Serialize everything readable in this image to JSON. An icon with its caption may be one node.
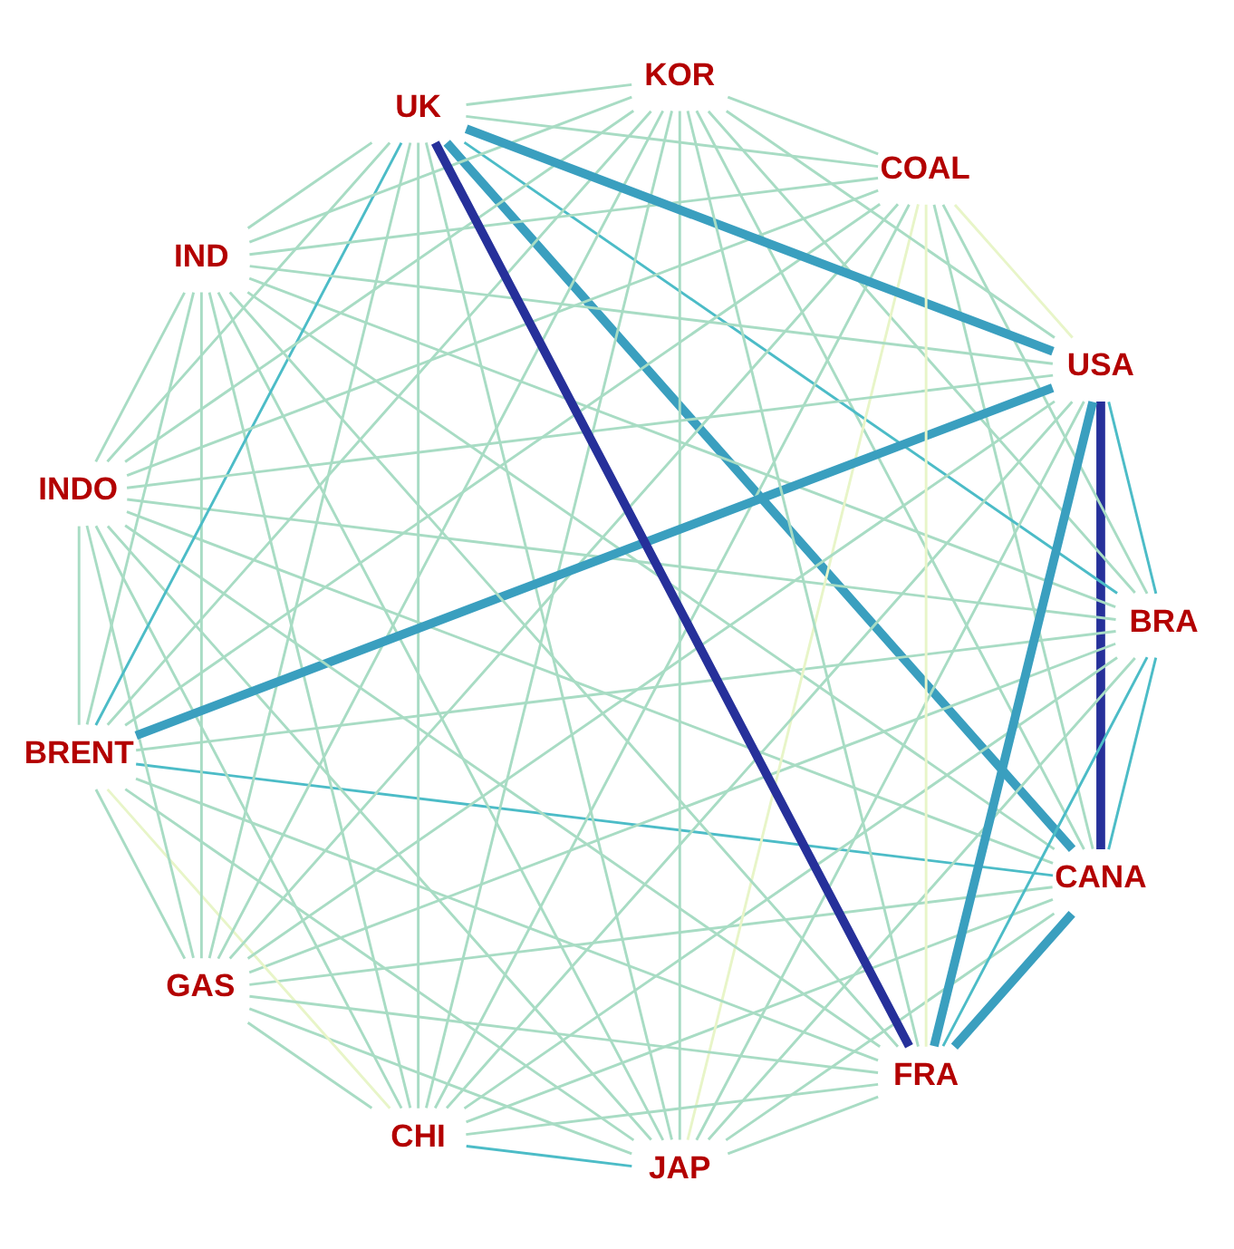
{
  "diagram": {
    "nodes": [
      {
        "text": [
          "CANA"
        ]
      },
      {
        "text": [
          "BRA"
        ]
      },
      {
        "text": [
          "JAP"
        ]
      },
      {
        "text": [
          "CHI"
        ]
      },
      {
        "text": [
          "GAS"
        ]
      },
      {
        "text": [
          "BRENT"
        ]
      },
      {
        "text": [
          "INDO"
        ]
      },
      {
        "text": [
          "IND"
        ]
      },
      {
        "text": [
          "UK"
        ]
      },
      {
        "text": [
          "KOR"
        ]
      },
      {
        "text": [
          "COAL"
        ]
      },
      {
        "text": [
          "USA"
        ]
      },
      {
        "text": [
          "FRA"
        ]
      }
    ],
    "edges": [
      {
        "from": 0,
        "to": 1,
        "arrow": "none",
        "color": "#4cbcc7"
      },
      {
        "from": 0,
        "to": 2,
        "arrow": "none"
      },
      {
        "from": 0,
        "to": 3,
        "arrow": "none"
      },
      {
        "from": 0,
        "to": 4,
        "arrow": "none"
      },
      {
        "from": 0,
        "to": 5,
        "arrow": "none",
        "color": "#4cbcc7"
      },
      {
        "from": 0,
        "to": 6,
        "arrow": "none"
      },
      {
        "from": 0,
        "to": 7,
        "arrow": "none"
      },
      {
        "from": 0,
        "to": 8,
        "arrow": "none",
        "style": "thick",
        "color": "#3a9fbf"
      },
      {
        "from": 0,
        "to": 9,
        "arrow": "none"
      },
      {
        "from": 0,
        "to": 10,
        "arrow": "none"
      },
      {
        "from": 0,
        "to": 11,
        "arrow": "none",
        "style": "thick",
        "color": "#26309a"
      },
      {
        "from": 0,
        "to": 12,
        "arrow": "none",
        "style": "thick",
        "color": "#3a9fbf"
      },
      {
        "from": 1,
        "to": 2,
        "arrow": "none"
      },
      {
        "from": 1,
        "to": 3,
        "arrow": "none"
      },
      {
        "from": 1,
        "to": 4,
        "arrow": "none"
      },
      {
        "from": 1,
        "to": 5,
        "arrow": "none"
      },
      {
        "from": 1,
        "to": 6,
        "arrow": "none"
      },
      {
        "from": 1,
        "to": 7,
        "arrow": "none"
      },
      {
        "from": 1,
        "to": 8,
        "arrow": "none",
        "color": "#4cbcc7"
      },
      {
        "from": 1,
        "to": 9,
        "arrow": "none"
      },
      {
        "from": 1,
        "to": 10,
        "arrow": "none"
      },
      {
        "from": 1,
        "to": 11,
        "arrow": "none",
        "color": "#4cbcc7"
      },
      {
        "from": 1,
        "to": 12,
        "arrow": "none",
        "color": "#4cbcc7"
      },
      {
        "from": 2,
        "to": 3,
        "arrow": "none",
        "color": "#4cbcc7"
      },
      {
        "from": 2,
        "to": 4,
        "arrow": "none"
      },
      {
        "from": 2,
        "to": 5,
        "arrow": "none"
      },
      {
        "from": 2,
        "to": 6,
        "arrow": "none"
      },
      {
        "from": 2,
        "to": 7,
        "arrow": "none"
      },
      {
        "from": 2,
        "to": 8,
        "arrow": "none"
      },
      {
        "from": 2,
        "to": 9,
        "arrow": "none"
      },
      {
        "from": 2,
        "to": 10,
        "arrow": "none",
        "color": "#e8f5c8"
      },
      {
        "from": 2,
        "to": 11,
        "arrow": "none"
      },
      {
        "from": 2,
        "to": 12,
        "arrow": "none"
      },
      {
        "from": 3,
        "to": 4,
        "arrow": "none"
      },
      {
        "from": 3,
        "to": 5,
        "arrow": "none",
        "color": "#e8f5c8"
      },
      {
        "from": 3,
        "to": 6,
        "arrow": "none"
      },
      {
        "from": 3,
        "to": 7,
        "arrow": "none"
      },
      {
        "from": 3,
        "to": 8,
        "arrow": "none"
      },
      {
        "from": 3,
        "to": 9,
        "arrow": "none"
      },
      {
        "from": 3,
        "to": 10,
        "arrow": "none"
      },
      {
        "from": 3,
        "to": 11,
        "arrow": "none"
      },
      {
        "from": 3,
        "to": 12,
        "arrow": "none"
      },
      {
        "from": 4,
        "to": 5,
        "arrow": "none"
      },
      {
        "from": 4,
        "to": 6,
        "arrow": "none"
      },
      {
        "from": 4,
        "to": 7,
        "arrow": "none"
      },
      {
        "from": 4,
        "to": 8,
        "arrow": "none"
      },
      {
        "from": 4,
        "to": 9,
        "arrow": "none"
      },
      {
        "from": 4,
        "to": 10,
        "arrow": "none"
      },
      {
        "from": 4,
        "to": 11,
        "arrow": "none"
      },
      {
        "from": 4,
        "to": 12,
        "arrow": "none"
      },
      {
        "from": 5,
        "to": 6,
        "arrow": "none"
      },
      {
        "from": 5,
        "to": 7,
        "arrow": "none"
      },
      {
        "from": 5,
        "to": 8,
        "arrow": "none",
        "color": "#4cbcc7"
      },
      {
        "from": 5,
        "to": 9,
        "arrow": "none"
      },
      {
        "from": 5,
        "to": 10,
        "arrow": "none"
      },
      {
        "from": 5,
        "to": 11,
        "arrow": "none",
        "style": "thick",
        "color": "#3a9fbf"
      },
      {
        "from": 5,
        "to": 12,
        "arrow": "none"
      },
      {
        "from": 6,
        "to": 7,
        "arrow": "none"
      },
      {
        "from": 6,
        "to": 8,
        "arrow": "none"
      },
      {
        "from": 6,
        "to": 9,
        "arrow": "none"
      },
      {
        "from": 6,
        "to": 10,
        "arrow": "none"
      },
      {
        "from": 6,
        "to": 11,
        "arrow": "none"
      },
      {
        "from": 6,
        "to": 12,
        "arrow": "none"
      },
      {
        "from": 7,
        "to": 8,
        "arrow": "none"
      },
      {
        "from": 7,
        "to": 9,
        "arrow": "none"
      },
      {
        "from": 7,
        "to": 10,
        "arrow": "none"
      },
      {
        "from": 7,
        "to": 11,
        "arrow": "none"
      },
      {
        "from": 7,
        "to": 12,
        "arrow": "none"
      },
      {
        "from": 8,
        "to": 9,
        "arrow": "none"
      },
      {
        "from": 8,
        "to": 10,
        "arrow": "none"
      },
      {
        "from": 8,
        "to": 11,
        "arrow": "none",
        "style": "thick",
        "color": "#3a9fbf"
      },
      {
        "from": 8,
        "to": 12,
        "arrow": "none",
        "style": "thick",
        "color": "#26309a"
      },
      {
        "from": 9,
        "to": 10,
        "arrow": "none"
      },
      {
        "from": 9,
        "to": 11,
        "arrow": "none"
      },
      {
        "from": 9,
        "to": 12,
        "arrow": "none"
      },
      {
        "from": 10,
        "to": 11,
        "arrow": "none",
        "color": "#e8f5c8"
      },
      {
        "from": 10,
        "to": 12,
        "arrow": "none",
        "color": "#e8f5c8"
      },
      {
        "from": 11,
        "to": 12,
        "arrow": "none",
        "style": "thick",
        "color": "#3a9fbf"
      }
    ]
  }
}
